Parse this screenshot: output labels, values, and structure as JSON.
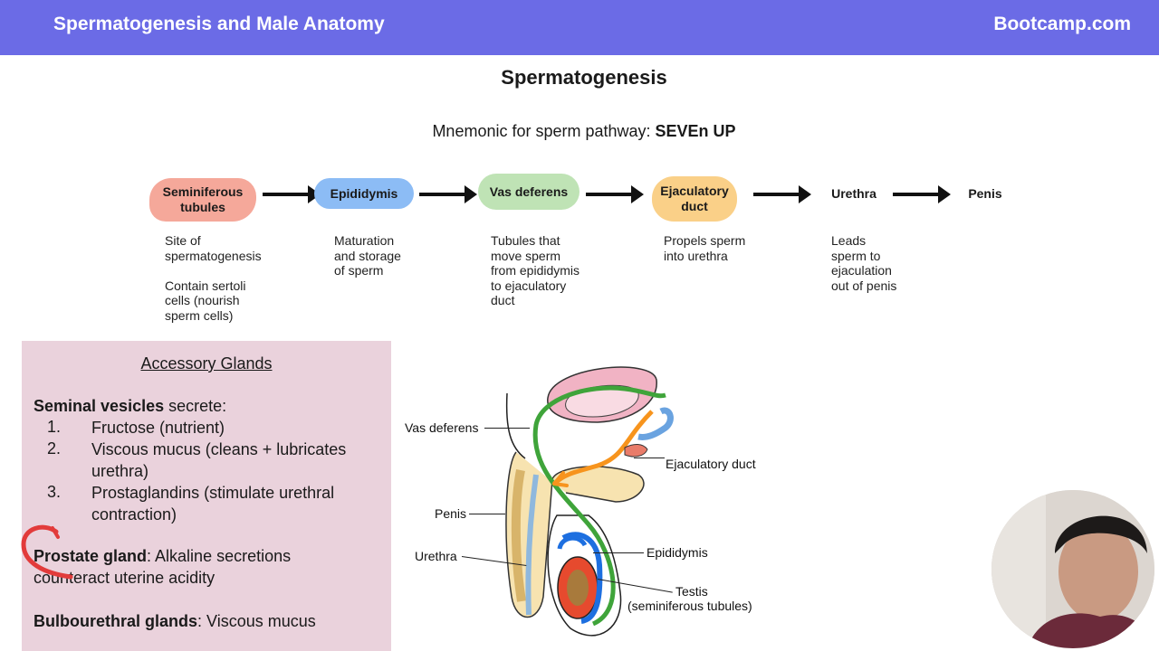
{
  "header": {
    "title": "Spermatogenesis and Male Anatomy",
    "brand": "Bootcamp.com"
  },
  "page_title": "Spermatogenesis",
  "mnemonic": {
    "prefix": "Mnemonic for sperm pathway: ",
    "word": "SEVEn UP"
  },
  "colors": {
    "header": "#6b6be6",
    "seminiferous": "#f5a89a",
    "epididymis": "#8cbcf5",
    "vas_deferens": "#bfe3b5",
    "ejaculatory": "#fad088",
    "glands_panel": "#ead2dc"
  },
  "pathway": [
    {
      "label": "Seminiferous tubules",
      "desc": "Site of\nspermatogenesis\n\nContain sertoli\ncells (nourish\nsperm cells)"
    },
    {
      "label": "Epididymis",
      "desc": "Maturation\nand storage\nof sperm"
    },
    {
      "label": "Vas deferens",
      "desc": "Tubules that\nmove sperm\nfrom epididymis\nto ejaculatory\nduct"
    },
    {
      "label": "Ejaculatory duct",
      "desc": "Propels sperm\ninto urethra"
    },
    {
      "label": "Urethra",
      "desc": "Leads\nsperm to\nejaculation\nout of penis"
    },
    {
      "label": "Penis",
      "desc": ""
    }
  ],
  "accessory": {
    "title": "Accessory Glands",
    "seminal_bold": "Seminal vesicles",
    "seminal_rest": " secrete:",
    "items": [
      {
        "num": "1.",
        "text": "Fructose (nutrient)"
      },
      {
        "num": "2.",
        "text": "Viscous mucus (cleans + lubricates urethra)"
      },
      {
        "num": "3.",
        "text": "Prostaglandins (stimulate urethral contraction)"
      }
    ],
    "prostate_bold": "Prostate gland",
    "prostate_rest": ": Alkaline secretions counteract uterine acidity",
    "bulbo_bold": "Bulbourethral glands",
    "bulbo_rest": ": Viscous mucus"
  },
  "diagram_labels": {
    "vas_deferens": "Vas deferens",
    "ejaculatory_duct": "Ejaculatory duct",
    "penis": "Penis",
    "urethra": "Urethra",
    "epididymis": "Epididymis",
    "testis": "Testis",
    "testis_sub": "(seminiferous tubules)"
  }
}
